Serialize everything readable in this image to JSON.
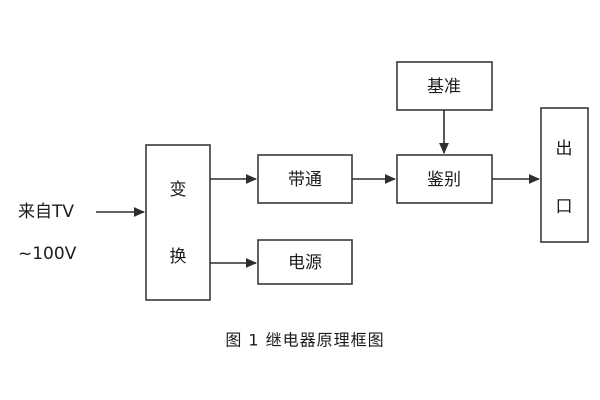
{
  "figure": {
    "caption": "图 1 继电器原理框图",
    "background_color": "#ffffff",
    "line_color": "#2e2e2e",
    "box_stroke_color": "#3a3a3a",
    "text_color": "#1c1c1c"
  },
  "source": {
    "line1": "来自TV",
    "line2": "~100V"
  },
  "blocks": {
    "transform": {
      "char1": "变",
      "char2": "换",
      "orientation": "vertical"
    },
    "bandpass": {
      "label": "带通",
      "orientation": "horizontal"
    },
    "power": {
      "label": "电源",
      "orientation": "horizontal"
    },
    "reference": {
      "label": "基准",
      "orientation": "horizontal"
    },
    "discriminate": {
      "label": "鉴别",
      "orientation": "horizontal"
    },
    "output": {
      "char1": "出",
      "char2": "口",
      "orientation": "vertical"
    }
  },
  "connections": [
    {
      "name": "source-to-transform",
      "from": "source",
      "to": "transform"
    },
    {
      "name": "transform-to-bandpass",
      "from": "transform",
      "to": "bandpass"
    },
    {
      "name": "transform-to-power",
      "from": "transform",
      "to": "power"
    },
    {
      "name": "bandpass-to-discriminate",
      "from": "bandpass",
      "to": "discriminate"
    },
    {
      "name": "reference-to-discriminate",
      "from": "reference",
      "to": "discriminate"
    },
    {
      "name": "discriminate-to-output",
      "from": "discriminate",
      "to": "output"
    }
  ]
}
